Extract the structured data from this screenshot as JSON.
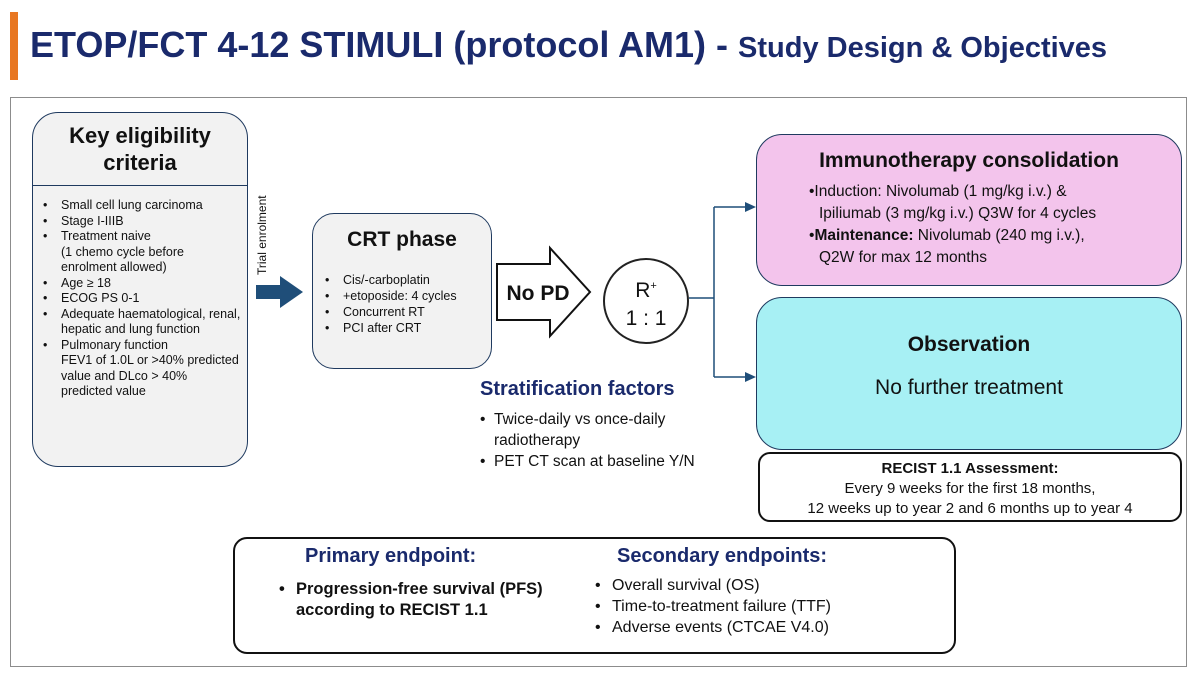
{
  "header": {
    "title_main": "ETOP/FCT 4-12 STIMULI (protocol AM1) - ",
    "title_sub": "Study Design & Objectives",
    "accent_color": "#e87722",
    "title_color": "#1a2a6c"
  },
  "eligibility": {
    "title": "Key eligibility criteria",
    "items": [
      "Small cell lung carcinoma",
      "Stage I-IIIB",
      "Treatment naive\n (1 chemo cycle before\n  enrolment allowed)",
      "Age ≥ 18",
      "ECOG PS 0-1",
      "Adequate haematological, renal, hepatic and lung function",
      "Pulmonary function\nFEV1 of 1.0L or >40% predicted value and DLco > 40% predicted value"
    ]
  },
  "trial_enrolment_label": "Trial enrolment",
  "crt": {
    "title": "CRT phase",
    "items": [
      "Cis/-carboplatin",
      "+etoposide: 4 cycles",
      "Concurrent RT",
      "PCI after CRT"
    ]
  },
  "no_pd": "No PD",
  "randomisation": {
    "label": "R",
    "superscript": "+",
    "ratio": "1 : 1"
  },
  "stratification": {
    "title": "Stratification factors",
    "items": [
      "Twice-daily vs once-daily\nradiotherapy",
      "PET CT scan at baseline Y/N"
    ]
  },
  "immunotherapy": {
    "title": "Immunotherapy consolidation",
    "induction_line1": "•Induction: Nivolumab (1 mg/kg i.v.) &",
    "induction_line2": "Ipiliumab (3 mg/kg i.v.) Q3W for 4 cycles",
    "maintenance_prefix": "•",
    "maintenance_label": "Maintenance:",
    "maintenance_line1_rest": " Nivolumab (240 mg i.v.),",
    "maintenance_line2": "Q2W for max 12 months",
    "color": "#f3c4ec"
  },
  "observation": {
    "title": "Observation",
    "text": "No further treatment",
    "color": "#a7f0f4"
  },
  "recist": {
    "title": "RECIST 1.1 Assessment:",
    "line1": "Every 9 weeks for the first 18 months,",
    "line2": "12 weeks up to year 2 and 6 months up to year 4"
  },
  "endpoints": {
    "primary_title": "Primary endpoint:",
    "primary_items": [
      "Progression-free survival (PFS)\naccording to RECIST 1.1"
    ],
    "secondary_title": "Secondary endpoints:",
    "secondary_items": [
      "Overall survival (OS)",
      "Time-to-treatment failure (TTF)",
      " Adverse events (CTCAE V4.0)"
    ]
  },
  "colors": {
    "arrow_blue": "#1f4e79",
    "box_border": "#1f3a5f",
    "box_fill": "#f2f2f2"
  }
}
